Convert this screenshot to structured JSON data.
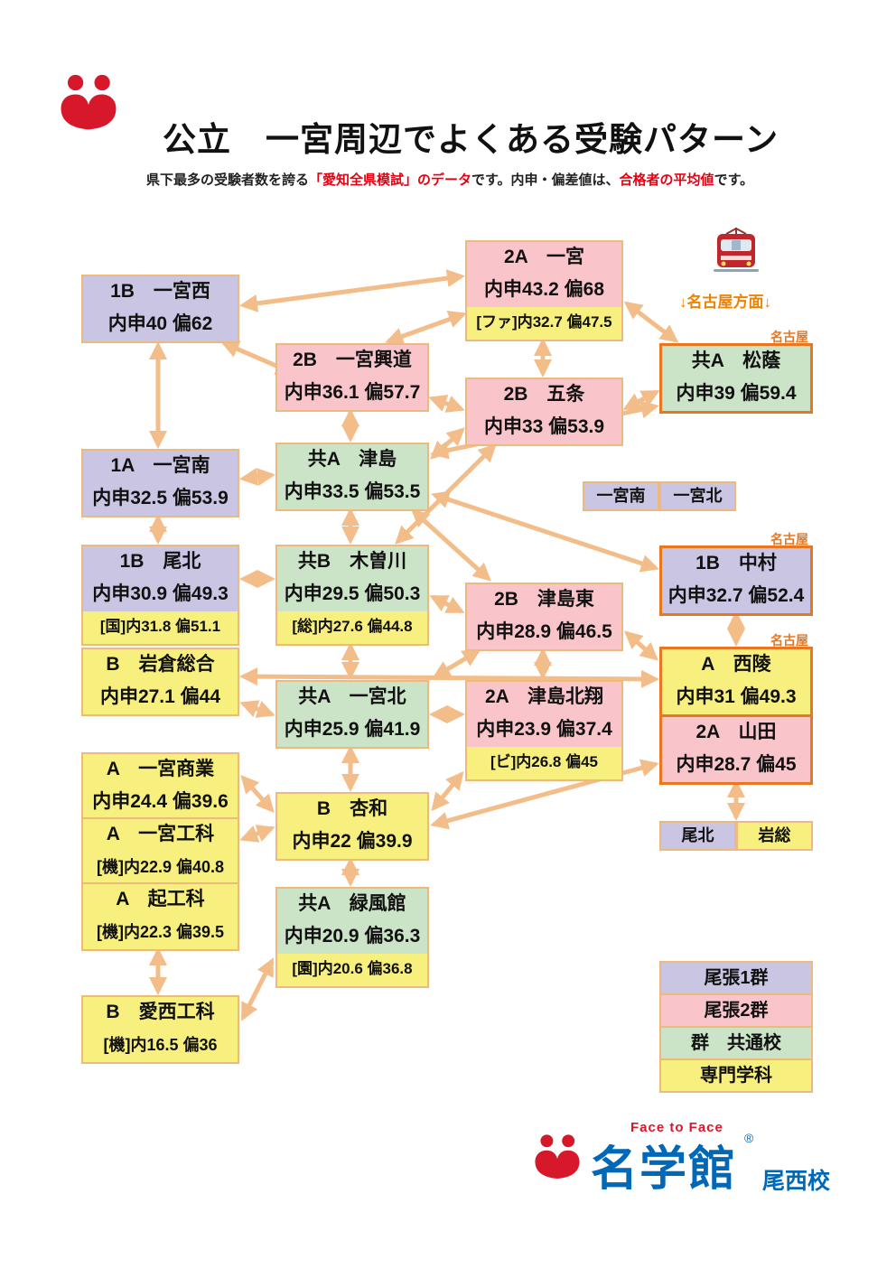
{
  "header": {
    "title": "公立　一宮周辺でよくある受験パターン",
    "subtitle": {
      "part1": "県下最多の受験者数を誇る",
      "red1": "「愛知全県模試」のデータ",
      "part2": "です。内申・偏差値は、",
      "red2": "合格者の平均値",
      "part3": "です。"
    },
    "nagoya_direction": "↓名古屋方面↓",
    "nagoya_label": "名古屋"
  },
  "boxes": {
    "ichinomiya_nishi": {
      "title": "1B　一宮西",
      "line": "内申40 偏62"
    },
    "ichinomiya_2a": {
      "title": "2A　一宮",
      "line": "内申43.2 偏68",
      "sub": "[ファ]内32.7 偏47.5"
    },
    "koudou": {
      "title": "2B　一宮興道",
      "line": "内申36.1 偏57.7"
    },
    "shouin": {
      "title": "共A　松蔭",
      "line": "内申39 偏59.4"
    },
    "gojou": {
      "title": "2B　五条",
      "line": "内申33 偏53.9"
    },
    "ichinomiya_minami": {
      "title": "1A　一宮南",
      "line": "内申32.5 偏53.9"
    },
    "tsushima": {
      "title": "共A　津島",
      "line": "内申33.5 偏53.5"
    },
    "obita": {
      "title": "1B　尾北",
      "line": "内申30.9 偏49.3",
      "sub": "[国]内31.8 偏51.1"
    },
    "kisogawa": {
      "title": "共B　木曽川",
      "line": "内申29.5 偏50.3",
      "sub": "[総]内27.6 偏44.8"
    },
    "nakamura": {
      "title": "1B　中村",
      "line": "内申32.7 偏52.4"
    },
    "tsushima_higashi": {
      "title": "2B　津島東",
      "line": "内申28.9 偏46.5"
    },
    "iwakura": {
      "title": "B　岩倉総合",
      "line": "内申27.1 偏44"
    },
    "seiryou": {
      "title": "A　西陵",
      "line": "内申31 偏49.3"
    },
    "ichinomiya_kita": {
      "title": "共A　一宮北",
      "line": "内申25.9 偏41.9"
    },
    "hokushou": {
      "title": "2A　津島北翔",
      "line": "内申23.9 偏37.4",
      "sub": "[ビ]内26.8 偏45"
    },
    "yamada": {
      "title": "2A　山田",
      "line": "内申28.7 偏45"
    },
    "shougyou": {
      "title": "A　一宮商業",
      "line": "内申24.4 偏39.6"
    },
    "kyouwa": {
      "title": "B　杏和",
      "line": "内申22 偏39.9"
    },
    "ichinomiya_kouka": {
      "title": "A　一宮工科",
      "line": "[機]内22.9 偏40.8"
    },
    "oki_kouka": {
      "title": "A　起工科",
      "line": "[機]内22.3 偏39.5"
    },
    "ryokufuukan": {
      "title": "共A　緑風館",
      "line": "内申20.9 偏36.3",
      "sub": "[園]内20.6 偏36.8"
    },
    "aisai_kouka": {
      "title": "B　愛西工科",
      "line": "[機]内16.5 偏36"
    }
  },
  "mini_boxes": {
    "pair1": [
      "一宮南",
      "一宮北"
    ],
    "pair2": [
      "尾北",
      "岩総"
    ]
  },
  "legend": {
    "items": [
      {
        "label": "尾張1群"
      },
      {
        "label": "尾張2群"
      },
      {
        "label": "群　共通校"
      },
      {
        "label": "専門学科"
      }
    ]
  },
  "footer": {
    "tagline": "Face to Face",
    "brand": "名学館",
    "reg": "®",
    "branch": "尾西校"
  },
  "colors": {
    "group1_purple": "#c9c5e2",
    "group2_pink": "#fac5ca",
    "common_green": "#cbe3c6",
    "vocational_yellow": "#f7f07e",
    "nagoya_border_orange": "#e87722",
    "arrow_orange": "#f3bd8a",
    "highlight_red": "#e60012",
    "brand_red": "#d7182a",
    "brand_blue": "#0068b7"
  }
}
